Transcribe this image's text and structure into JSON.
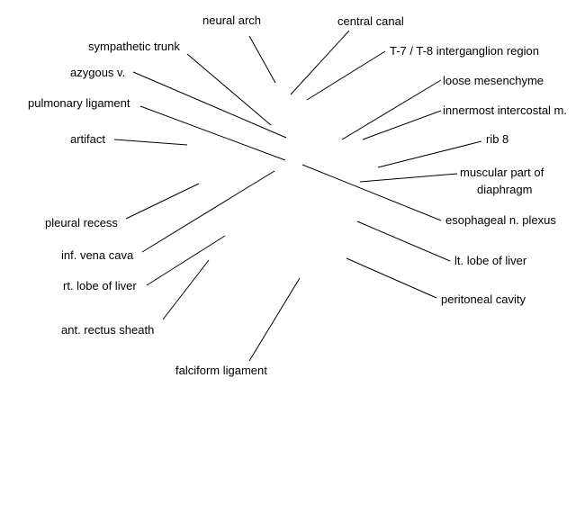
{
  "labels": {
    "neural_arch": "neural arch",
    "central_canal": "central canal",
    "sympathetic_trunk": "sympathetic trunk",
    "t7_t8": "T-7 / T-8 interganglion region",
    "azygous": "azygous v.",
    "loose_mesenchyme": "loose mesenchyme",
    "pulmonary_ligament": "pulmonary ligament",
    "innermost_intercostal": "innermost intercostal m.",
    "artifact": "artifact",
    "rib8": "rib 8",
    "muscular_diaphragm_1": "muscular part of",
    "muscular_diaphragm_2": "diaphragm",
    "pleural_recess": "pleural recess",
    "esophageal_plexus": "esophageal n. plexus",
    "inf_vena_cava": "inf. vena cava",
    "lt_lobe_liver": "lt. lobe of liver",
    "rt_lobe_liver": "rt. lobe of liver",
    "peritoneal_cavity": "peritoneal cavity",
    "ant_rectus_sheath": "ant. rectus sheath",
    "falciform_ligament": "falciform ligament"
  }
}
